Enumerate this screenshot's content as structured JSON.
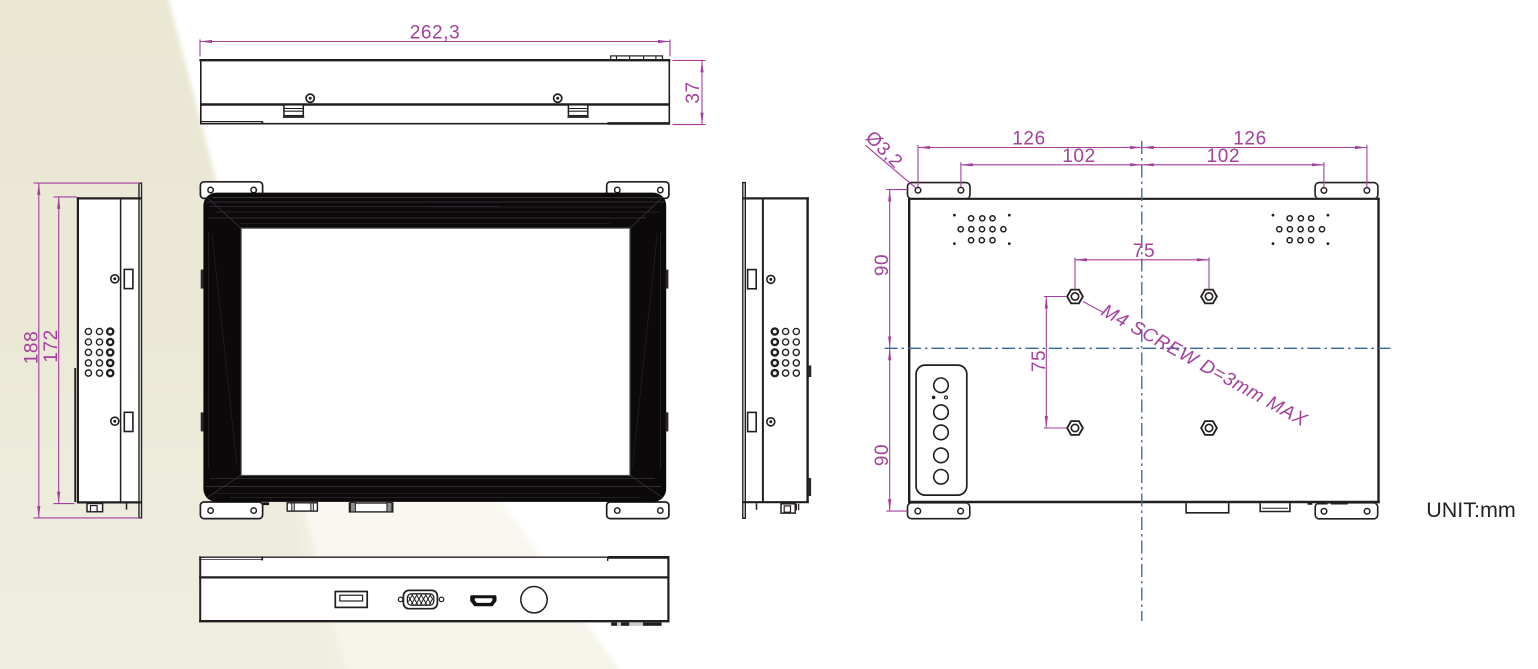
{
  "unit_label": "UNIT:mm",
  "colors": {
    "dimension": "#a43f9e",
    "centerline": "#31669f",
    "line": "#221e20",
    "background_wedge": "#eae8d4"
  },
  "top_view": {
    "width_dim": "262,3",
    "height_dim": "37"
  },
  "side_view": {
    "overall_height_dim": "188",
    "panel_height_dim": "172"
  },
  "rear_view": {
    "mount_span_left": "126",
    "mount_span_right": "126",
    "mount_inner_left": "102",
    "mount_inner_right": "102",
    "half_height_top": "90",
    "half_height_bottom": "90",
    "vesa_horizontal": "75",
    "vesa_vertical": "75",
    "hole_diameter": "Ø3,2",
    "screw_note": "M4 SCREW D=3mm MAX"
  }
}
